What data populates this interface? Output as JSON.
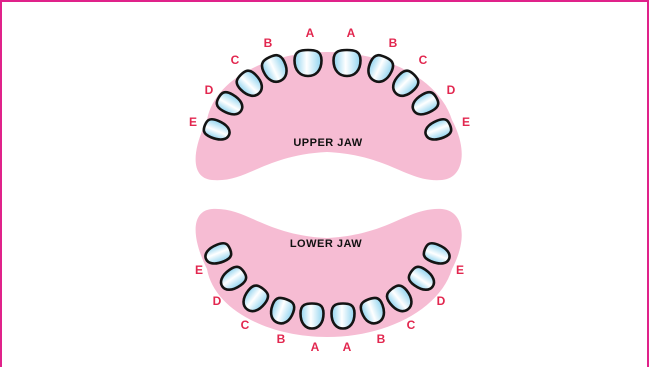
{
  "colors": {
    "frame": "#e0228a",
    "gum": "#f6bcd3",
    "letter": "#e2274f",
    "tooth_outline": "#141414",
    "tooth_enamel": "#ffffff",
    "tooth_shade": "#8fd3ef"
  },
  "upper_jaw": {
    "label": "UPPER JAW",
    "letters": [
      "E",
      "D",
      "C",
      "B",
      "A",
      "A",
      "B",
      "C",
      "D",
      "E"
    ]
  },
  "lower_jaw": {
    "label": "LOWER JAW",
    "letters": [
      "E",
      "D",
      "C",
      "B",
      "A",
      "A",
      "B",
      "C",
      "D",
      "E"
    ]
  }
}
